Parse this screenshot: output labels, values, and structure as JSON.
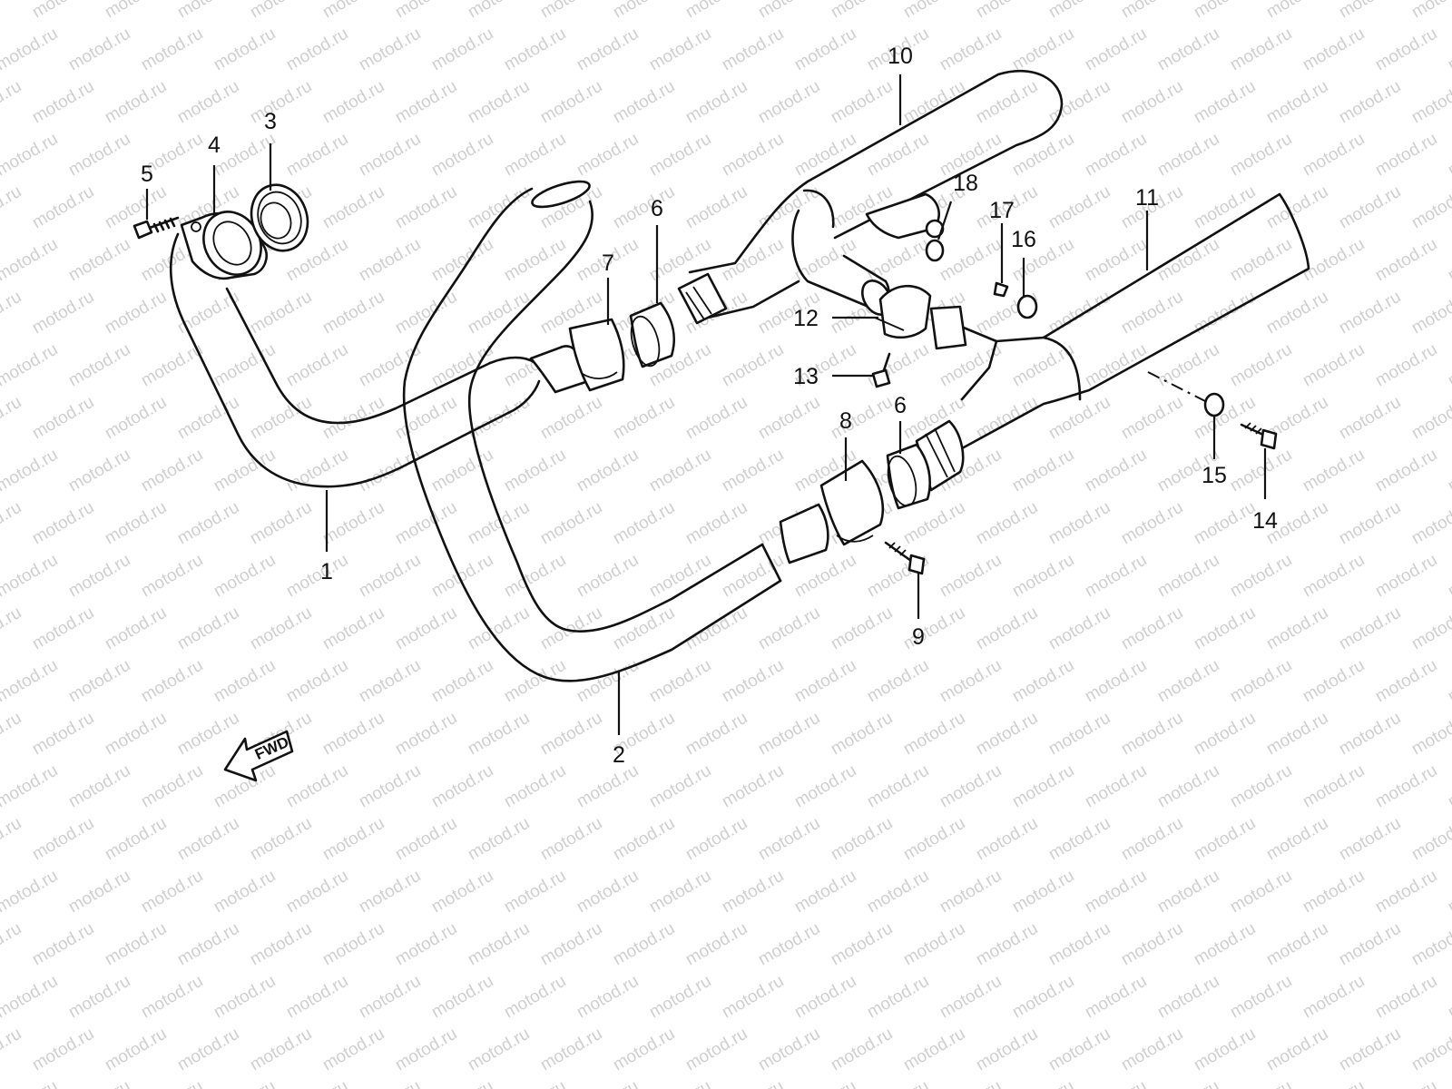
{
  "watermark": "motod.ru",
  "fwd_label": "FWD",
  "callouts": {
    "c1": "1",
    "c2": "2",
    "c3": "3",
    "c4": "4",
    "c5": "5",
    "c6a": "6",
    "c6b": "6",
    "c7": "7",
    "c8": "8",
    "c9": "9",
    "c10": "10",
    "c11": "11",
    "c12": "12",
    "c13": "13",
    "c14": "14",
    "c15": "15",
    "c16": "16",
    "c17": "17",
    "c18": "18"
  }
}
